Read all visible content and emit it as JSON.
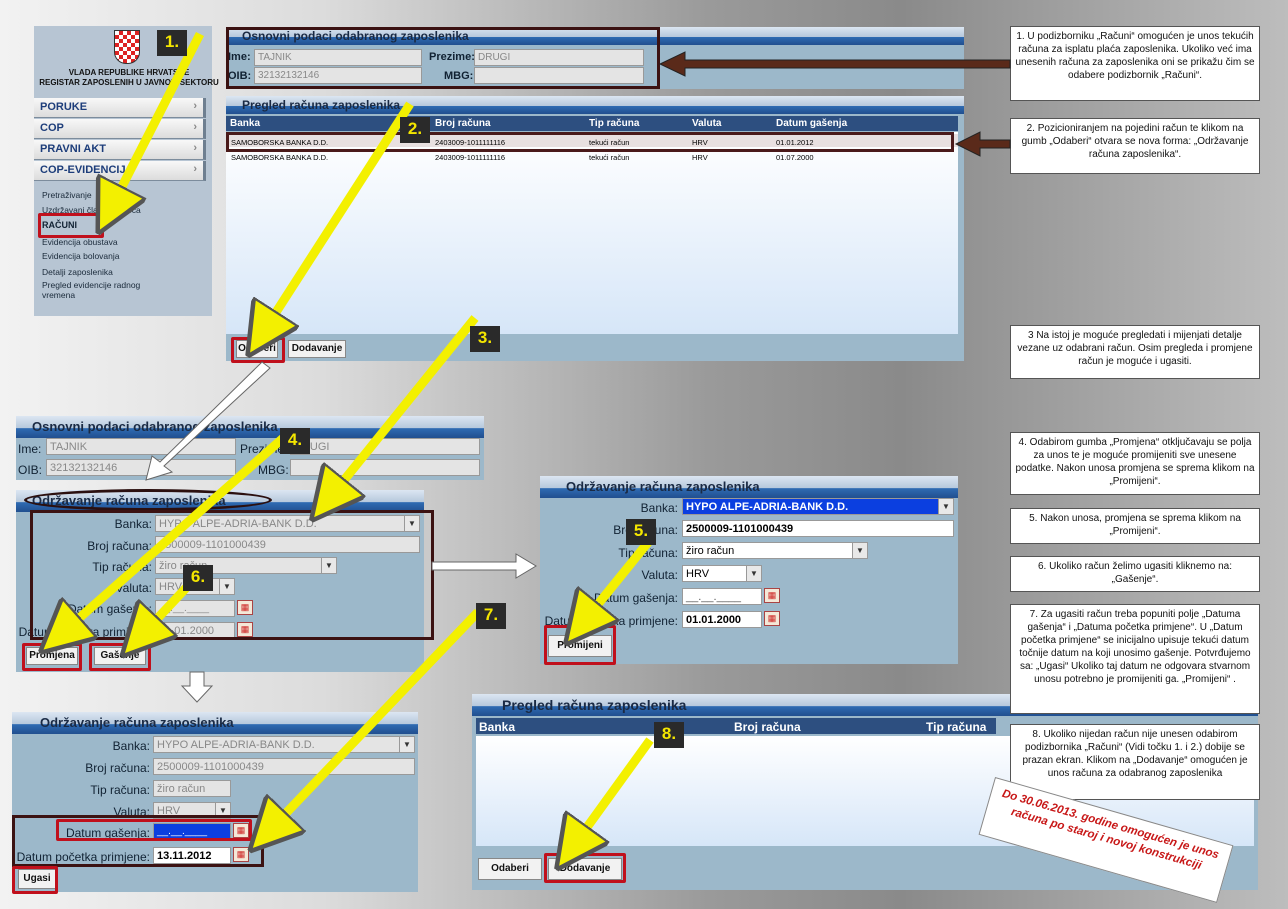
{
  "logo": {
    "line1": "VLADA REPUBLIKE HRVATSKE",
    "line2": "REGISTAR ZAPOSLENIH U JAVNOM SEKTORU"
  },
  "sidebar": {
    "items": [
      "PORUKE",
      "COP",
      "PRAVNI AKT",
      "COP-EVIDENCIJA"
    ],
    "subitems": [
      "Pretraživanje",
      "Uzdržavani članovi / djeca",
      "RAČUNI",
      "Evidencija obustava",
      "Evidencija bolovanja",
      "Detalji zaposlenika",
      "Pregled evidencije radnog vremena"
    ]
  },
  "basic": {
    "title": "Osnovni podaci odabranog zaposlenika",
    "ime_label": "Ime:",
    "ime": "TAJNIK",
    "prezime_label": "Prezime:",
    "prezime": "DRUGI",
    "oib_label": "OIB:",
    "oib": "32132132146",
    "mbg_label": "MBG:"
  },
  "accounts": {
    "title": "Pregled računa zaposlenika",
    "cols": [
      "Banka",
      "Broj računa",
      "Tip računa",
      "Valuta",
      "Datum gašenja"
    ],
    "rows": [
      [
        "SAMOBORSKA BANKA D.D.",
        "2403009-1011111116",
        "tekući račun",
        "HRV",
        "01.01.2012"
      ],
      [
        "SAMOBORSKA BANKA D.D.",
        "2403009-1011111116",
        "tekući račun",
        "HRV",
        "01.07.2000"
      ]
    ],
    "btn_odaberi": "Odaberi",
    "btn_dodavanje": "Dodavanje"
  },
  "form": {
    "title": "Održavanje računa zaposlenika",
    "banka_label": "Banka:",
    "banka": "HYPO ALPE-ADRIA-BANK D.D.",
    "broj_label": "Broj računa:",
    "broj": "2500009-1101000439",
    "tip_label": "Tip računa:",
    "tip": "žiro račun",
    "valuta_label": "Valuta:",
    "valuta": "HRV",
    "gasenje_label": "Datum gašenja:",
    "gasenje": "__.__.____",
    "pocetak_label": "Datum početka primjene:",
    "pocetak": "01.01.2000",
    "pocetak2": "13.11.2012",
    "btn_promjena": "Promjena",
    "btn_gasenje": "Gašenje",
    "btn_promijeni": "Promijeni",
    "btn_ugasi": "Ugasi"
  },
  "empty": {
    "title": "Pregled računa zaposlenika",
    "cols": [
      "Banka",
      "Broj računa",
      "Tip računa"
    ],
    "btn_odaberi": "Odaberi",
    "btn_dodavanje": "Dodavanje"
  },
  "steps": [
    "1.",
    "2.",
    "3.",
    "4.",
    "5.",
    "6.",
    "7.",
    "8."
  ],
  "notes": [
    "1. U podizborniku „Računi“ omogućen je unos tekućih računa za isplatu plaća zaposlenika. Ukoliko već ima unesenih računa za zaposlenika oni se prikažu čim se odabere podizbornik „Računi“.",
    "2. Pozicioniranjem na pojedini račun te klikom na gumb „Odaberi“ otvara se nova forma: „Održavanje računa zaposlenika“.",
    "3 Na istoj je moguće pregledati i mijenjati detalje vezane uz odabrani račun. Osim pregleda i promjene račun je moguće i ugasiti.",
    "4. Odabirom gumba „Promjena“ otključavaju se polja za unos te je moguće promijeniti sve unesene podatke. Nakon unosa promjena se sprema klikom na „Promijeni“.",
    "5. Nakon unosa, promjena se sprema klikom na „Promijeni“.",
    "6. Ukoliko račun želimo ugasiti kliknemo na: „Gašenje“.",
    "7. Za ugasiti račun treba popuniti polje „Datuma gašenja“ i „Datuma početka primjene“. U „Datum početka primjene“ se inicijalno upisuje tekući datum točnije datum na koji unosimo gašenje. Potvrđujemo sa: „Ugasi“ Ukoliko taj datum ne odgovara stvarnom unosu potrebno je promijeniti ga. „Promijeni“ .",
    "8. Ukoliko nijedan račun nije unesen odabirom podizbornika „Računi“ (Vidi točku 1. i 2.) dobije se prazan ekran. Klikom na „Dodavanje“ omogućen je unos računa za odabranog zaposlenika"
  ],
  "stamp": "Do 30.06.2013. godine omogućen je unos računa po staroj i novoj konstrukciji"
}
